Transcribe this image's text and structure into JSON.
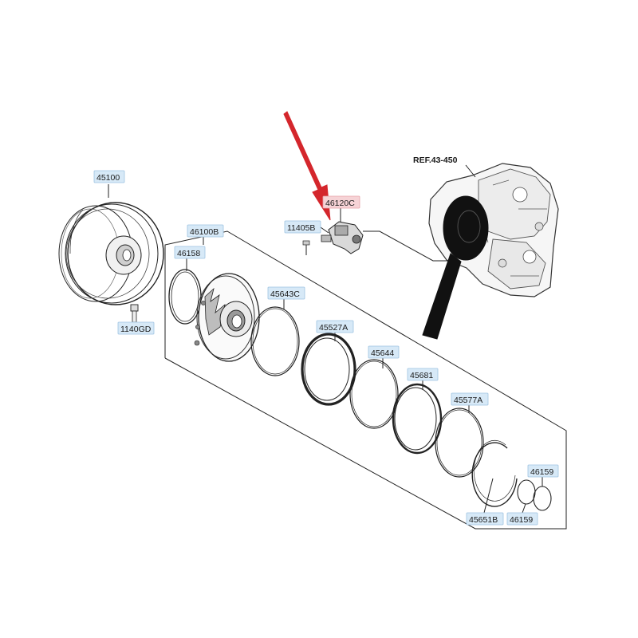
{
  "labels": {
    "torque_converter": "45100",
    "bolt_converter": "1140GD",
    "pump_assy": "46100B",
    "oring_pump": "46158",
    "sensor": "46120C",
    "sensor_bolt": "11405B",
    "ref": "REF.43-450",
    "ring_45643c": "45643C",
    "ring_45527a": "45527A",
    "ring_45644": "45644",
    "ring_45681": "45681",
    "ring_45577a": "45577A",
    "snap_45651b": "45651B",
    "ring_46159_upper": "46159",
    "ring_46159_lower": "46159"
  },
  "colors": {
    "label_fill": "#d7e9f7",
    "highlight_fill": "#f6d3d6",
    "arrow": "#d4262c",
    "line": "#222222"
  }
}
